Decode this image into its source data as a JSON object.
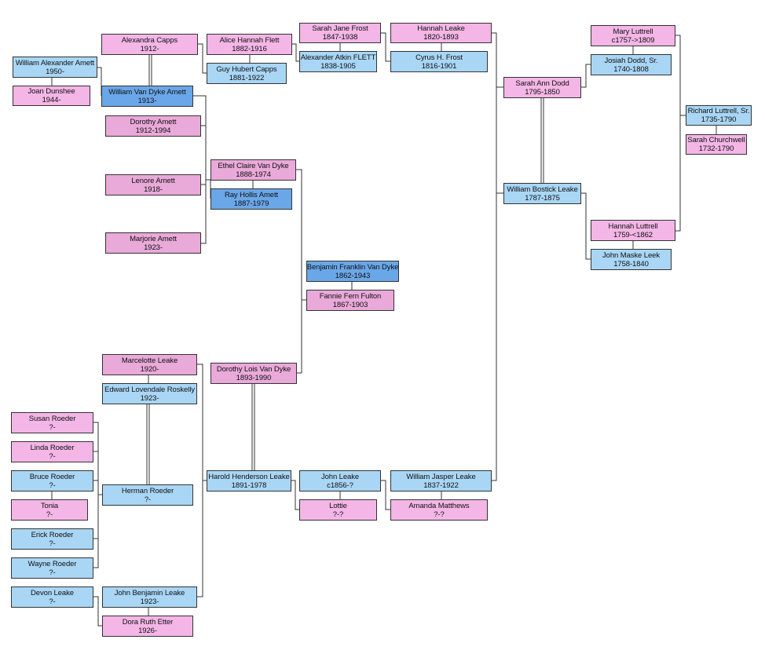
{
  "colors": {
    "female": "#f3b6e6",
    "female_dark": "#e9a9d9",
    "male": "#a9d6f5",
    "male_dark": "#6aa7e8",
    "line": "#333333"
  },
  "people": {
    "william_alexander_amett": {
      "name": "William Alexander Amett",
      "dates": "1950-"
    },
    "joan_dunshee": {
      "name": "Joan Dunshee",
      "dates": "1944-"
    },
    "alexandra_capps": {
      "name": "Alexandra Capps",
      "dates": "1912-"
    },
    "william_van_dyke_amett": {
      "name": "William Van Dyke Amett",
      "dates": "1913-"
    },
    "dorothy_amett": {
      "name": "Dorothy Amett",
      "dates": "1912-1994"
    },
    "lenore_amett": {
      "name": "Lenore Amett",
      "dates": "1918-"
    },
    "marjorie_amett": {
      "name": "Marjorie Amett",
      "dates": "1923-"
    },
    "alice_hannah_flett": {
      "name": "Alice Hannah Flett",
      "dates": "1882-1916"
    },
    "guy_hubert_capps": {
      "name": "Guy Hubert Capps",
      "dates": "1881-1922"
    },
    "sarah_jane_frost": {
      "name": "Sarah Jane Frost",
      "dates": "1847-1938"
    },
    "alexander_atkin_flett": {
      "name": "Alexander Atkin FLETT",
      "dates": "1838-1905"
    },
    "hannah_leake": {
      "name": "Hannah Leake",
      "dates": "1820-1893"
    },
    "cyrus_h_frost": {
      "name": "Cyrus H. Frost",
      "dates": "1816-1901"
    },
    "mary_luttrell": {
      "name": "Mary Luttrell",
      "dates": "c1757->1809"
    },
    "josiah_dodd_sr": {
      "name": "Josiah Dodd, Sr.",
      "dates": "1740-1808"
    },
    "sarah_ann_dodd": {
      "name": "Sarah Ann Dodd",
      "dates": "1795-1850"
    },
    "richard_luttrell_sr": {
      "name": "Richard Luttrell, Sr.",
      "dates": "1735-1790"
    },
    "sarah_churchwell": {
      "name": "Sarah Churchwell",
      "dates": "1732-1790"
    },
    "ethel_claire_van_dyke": {
      "name": "Ethel Claire Van Dyke",
      "dates": "1888-1974"
    },
    "ray_hollis_amett": {
      "name": "Ray Hollis Amett",
      "dates": "1887-1979"
    },
    "william_bostick_leake": {
      "name": "William Bostick Leake",
      "dates": "1787-1875"
    },
    "hannah_luttrell": {
      "name": "Hannah Luttrell",
      "dates": "1759-<1862"
    },
    "john_maske_leek": {
      "name": "John Maske Leek",
      "dates": "1758-1840"
    },
    "benjamin_franklin_van_dyke": {
      "name": "Benjamin Franklin Van Dyke",
      "dates": "1862-1943"
    },
    "fannie_fern_fulton": {
      "name": "Fannie Fern Fulton",
      "dates": "1867-1903"
    },
    "marcelotte_leake": {
      "name": "Marcelotte Leake",
      "dates": "1920-"
    },
    "edward_lovendale_roskelly": {
      "name": "Edward Lovendale Roskelly",
      "dates": "1923-"
    },
    "dorothy_lois_van_dyke": {
      "name": "Dorothy Lois Van Dyke",
      "dates": "1893-1990"
    },
    "susan_roeder": {
      "name": "Susan Roeder",
      "dates": "?-"
    },
    "linda_roeder": {
      "name": "Linda Roeder",
      "dates": "?-"
    },
    "bruce_roeder": {
      "name": "Bruce Roeder",
      "dates": "?-"
    },
    "tonia": {
      "name": "Tonia",
      "dates": "?-"
    },
    "herman_roeder": {
      "name": "Herman Roeder",
      "dates": "?-"
    },
    "harold_henderson_leake": {
      "name": "Harold Henderson Leake",
      "dates": "1891-1978"
    },
    "john_leake": {
      "name": "John Leake",
      "dates": "c1856-?"
    },
    "lottie": {
      "name": "Lottie",
      "dates": "?-?"
    },
    "william_jasper_leake": {
      "name": "William Jasper Leake",
      "dates": "1837-1922"
    },
    "amanda_matthews": {
      "name": "Amanda Matthews",
      "dates": "?-?"
    },
    "erick_roeder": {
      "name": "Erick Roeder",
      "dates": "?-"
    },
    "wayne_roeder": {
      "name": "Wayne Roeder",
      "dates": "?-"
    },
    "devon_leake": {
      "name": "Devon Leake",
      "dates": "?-"
    },
    "john_benjamin_leake": {
      "name": "John Benjamin Leake",
      "dates": "1923-"
    },
    "dora_ruth_etter": {
      "name": "Dora Ruth Etter",
      "dates": "1926-"
    }
  }
}
